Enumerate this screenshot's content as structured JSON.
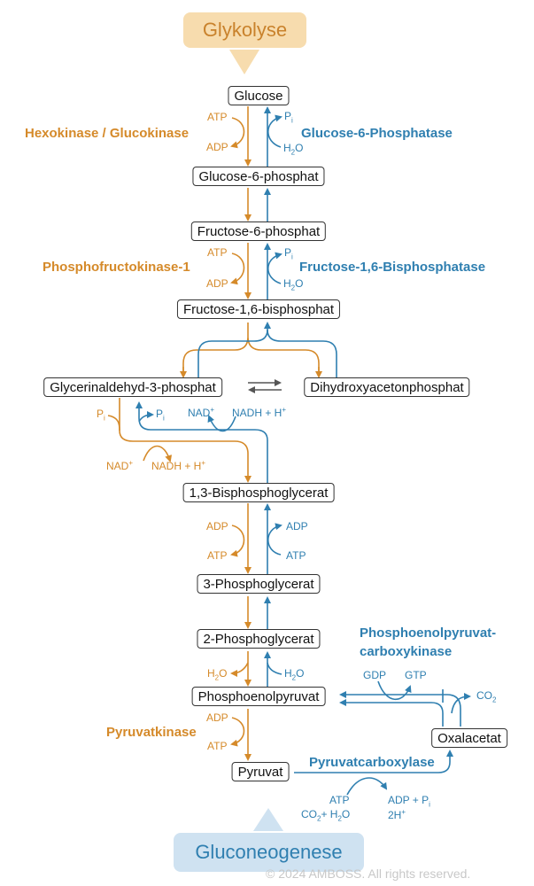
{
  "title_top": "Glykolyse",
  "title_bottom": "Gluconeogenese",
  "copyright": "© 2024 AMBOSS. All rights reserved.",
  "metabolites": {
    "glucose": "Glucose",
    "g6p": "Glucose-6-phosphat",
    "f6p": "Fructose-6-phosphat",
    "f16bp": "Fructose-1,6-bisphosphat",
    "gap": "Glycerinaldehyd-3-phosphat",
    "dhap": "Dihydroxyacetonphosphat",
    "bpg13": "1,3-Bisphosphoglycerat",
    "pg3": "3-Phosphoglycerat",
    "pg2": "2-Phosphoglycerat",
    "pep": "Phosphoenolpyruvat",
    "pyruvat": "Pyruvat",
    "oxalacetat": "Oxalacetat"
  },
  "enzymes": {
    "hexokinase": "Hexokinase / Glucokinase",
    "g6pase": "Glucose-6-Phosphatase",
    "pfk": "Phosphofructokinase-1",
    "fbpase": "Fructose-1,6-Bisphosphatase",
    "pk": "Pyruvatkinase",
    "pepck_line1": "Phosphoenolpyruvat-",
    "pepck_line2": "carboxykinase",
    "pc": "Pyruvatcarboxylase"
  },
  "cofactors": {
    "atp": "ATP",
    "adp": "ADP",
    "p": "P",
    "i": "i",
    "h2o_h": "H",
    "h2o_2": "2",
    "h2o_o": "O",
    "nad": "NAD",
    "plus": "+",
    "nadh": "NADH + H",
    "gdp": "GDP",
    "gtp": "GTP",
    "co2_co": "CO",
    "co2_2": "2",
    "adp_pi": "ADP + P",
    "h_ions": "2H",
    "co2_h2o_a": "CO",
    "co2_h2o_b": "+ H"
  },
  "colors": {
    "glycolysis": "#d58a2a",
    "gluconeogenesis": "#2f7fb0"
  }
}
